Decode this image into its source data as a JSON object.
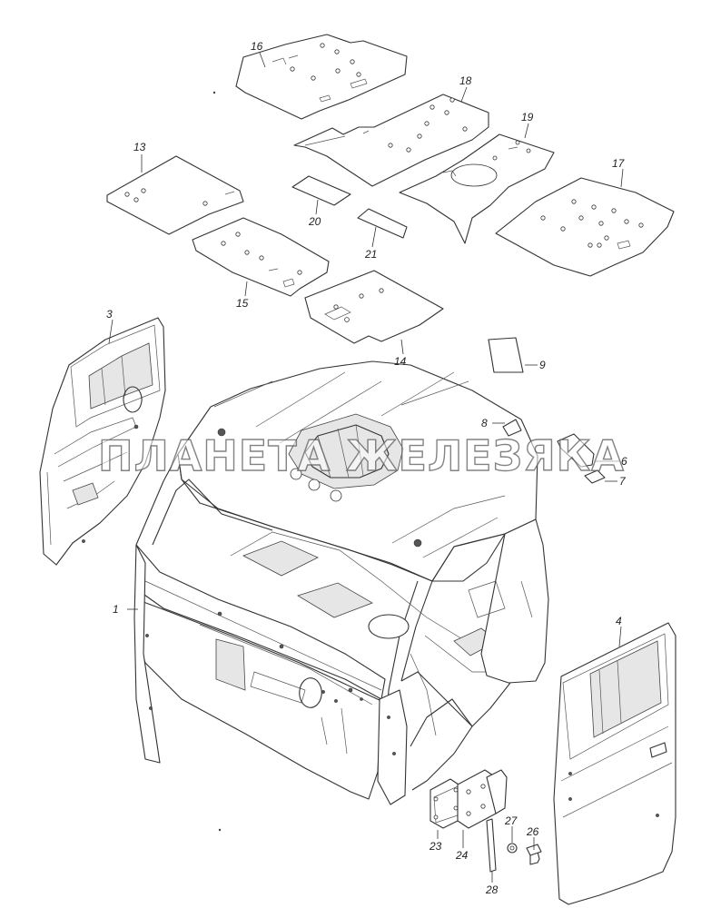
{
  "watermark": "ПЛАНЕТА ЖЕЛЕЗЯКА",
  "callouts": {
    "c1": "1",
    "c3": "3",
    "c4": "4",
    "c6": "6",
    "c7": "7",
    "c8": "8",
    "c9": "9",
    "c13": "13",
    "c14": "14",
    "c15": "15",
    "c16": "16",
    "c17": "17",
    "c18": "18",
    "c19": "19",
    "c20": "20",
    "c21": "21",
    "c23": "23",
    "c24": "24",
    "c26": "26",
    "c27": "27",
    "c28": "28"
  }
}
